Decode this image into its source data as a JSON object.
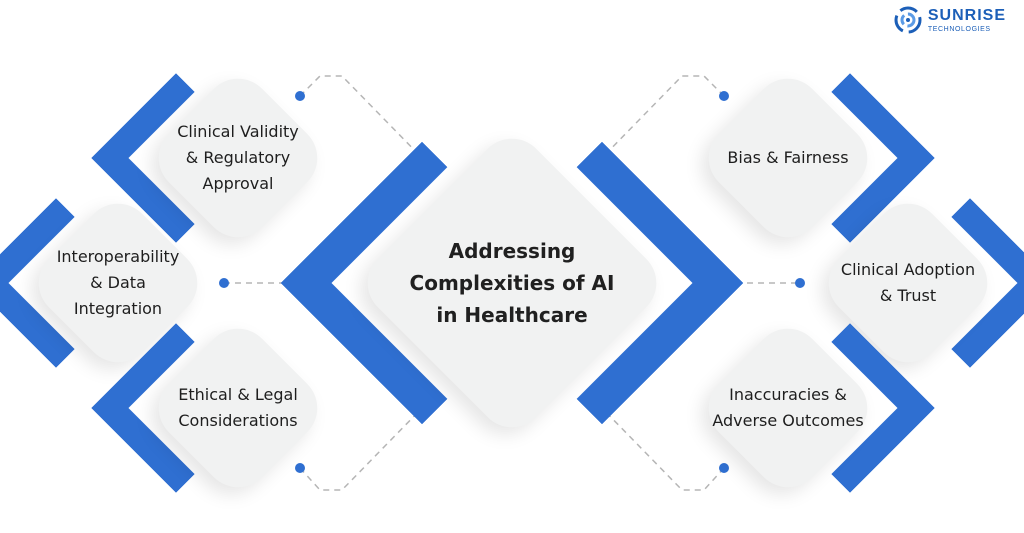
{
  "brand": {
    "name": "SUNRISE",
    "subtitle": "TECHNOLOGIES",
    "logo_icon": "sunrise-swirl-icon"
  },
  "center": {
    "title_lines": [
      "Addressing",
      "Complexities of AI",
      "in Healthcare"
    ]
  },
  "topics": {
    "clinical_validity": [
      "Clinical Validity",
      "& Regulatory",
      "Approval"
    ],
    "interoperability": [
      "Interoperability",
      "& Data",
      "Integration"
    ],
    "ethical_legal": [
      "Ethical & Legal",
      "Considerations"
    ],
    "bias_fairness": [
      "Bias & Fairness"
    ],
    "clinical_adoption": [
      "Clinical Adoption",
      "& Trust"
    ],
    "inaccuracies": [
      "Inaccuracies &",
      "Adverse Outcomes"
    ]
  },
  "colors": {
    "accent": "#2f6fd1",
    "card": "#f1f2f2",
    "connector": "#b5b5b5",
    "dot": "#2f6fd1",
    "brand": "#1c5fb8"
  }
}
